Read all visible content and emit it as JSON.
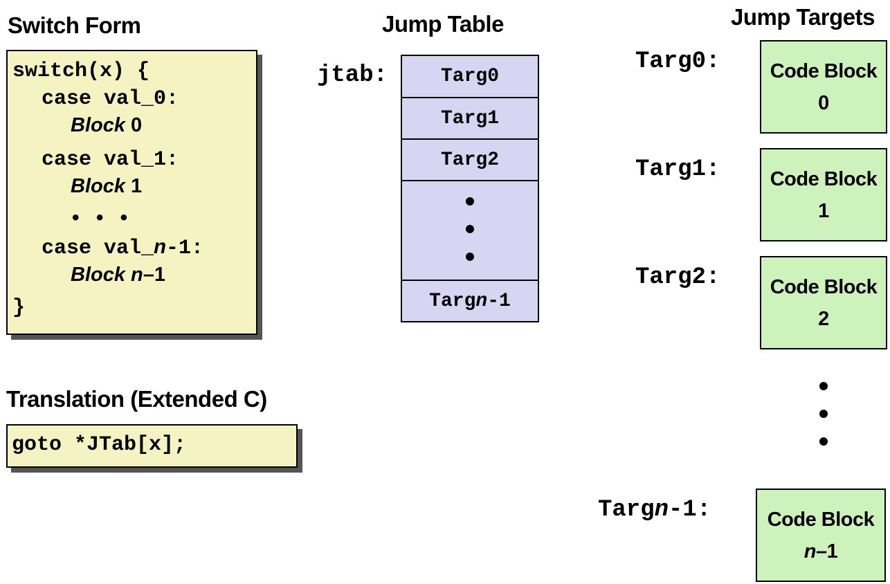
{
  "switch_form": {
    "heading": "Switch Form",
    "line1": "switch(x) {",
    "case0": "case val_0:",
    "block0_word": "Block",
    "block0_num": " 0",
    "case1": "case val_1:",
    "block1_word": "Block",
    "block1_num": " 1",
    "ellipsis": "• • •",
    "caseN_prefix": "case val_",
    "caseN_var": "n",
    "caseN_suffix": "-1:",
    "blockN_word": "Block",
    "blockN_var": " n",
    "blockN_suffix": "–1",
    "close": "}"
  },
  "translation": {
    "heading": "Translation (Extended C)",
    "code": "goto *JTab[x];"
  },
  "jump_table": {
    "heading": "Jump Table",
    "label": "jtab:",
    "entries": [
      "Targ0",
      "Targ1",
      "Targ2"
    ],
    "last_prefix": "Targ",
    "last_var": "n",
    "last_suffix": "-1"
  },
  "jump_targets": {
    "heading": "Jump Targets",
    "labels": [
      "Targ0:",
      "Targ1:",
      "Targ2:"
    ],
    "last_label_prefix": "Targ",
    "last_label_var": "n",
    "last_label_suffix": "-1:",
    "block_title": "Code Block",
    "block_nums": [
      "0",
      "1",
      "2"
    ],
    "last_block_var": "n",
    "last_block_suffix": "–1"
  },
  "colors": {
    "code_bg": "#f6f3c2",
    "table_bg": "#d6d6f2",
    "block_bg": "#cdf2bc",
    "shadow": "#555555"
  }
}
